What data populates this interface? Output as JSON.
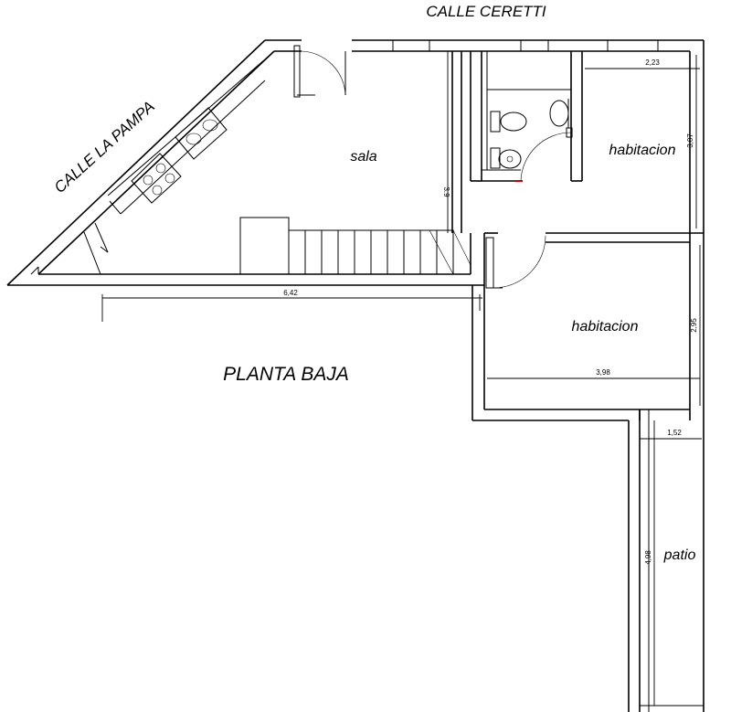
{
  "streets": {
    "top": "CALLE CERETTI",
    "diagonal": "CALLE LA PAMPA"
  },
  "title": "PLANTA BAJA",
  "rooms": {
    "sala": "sala",
    "habitacion_1": "habitacion",
    "habitacion_2": "habitacion",
    "patio": "patio"
  },
  "dimensions": {
    "sala_width": "6,42",
    "sala_depth": "3.9",
    "hab1_width": "2,23",
    "hab1_depth": "3,07",
    "hab2_width": "3,98",
    "hab2_depth": "2,95",
    "patio_width": "1,52",
    "patio_depth": "4,98"
  },
  "colors": {
    "line": "#000000",
    "background": "#ffffff",
    "accent_mark": "#cc0000"
  }
}
